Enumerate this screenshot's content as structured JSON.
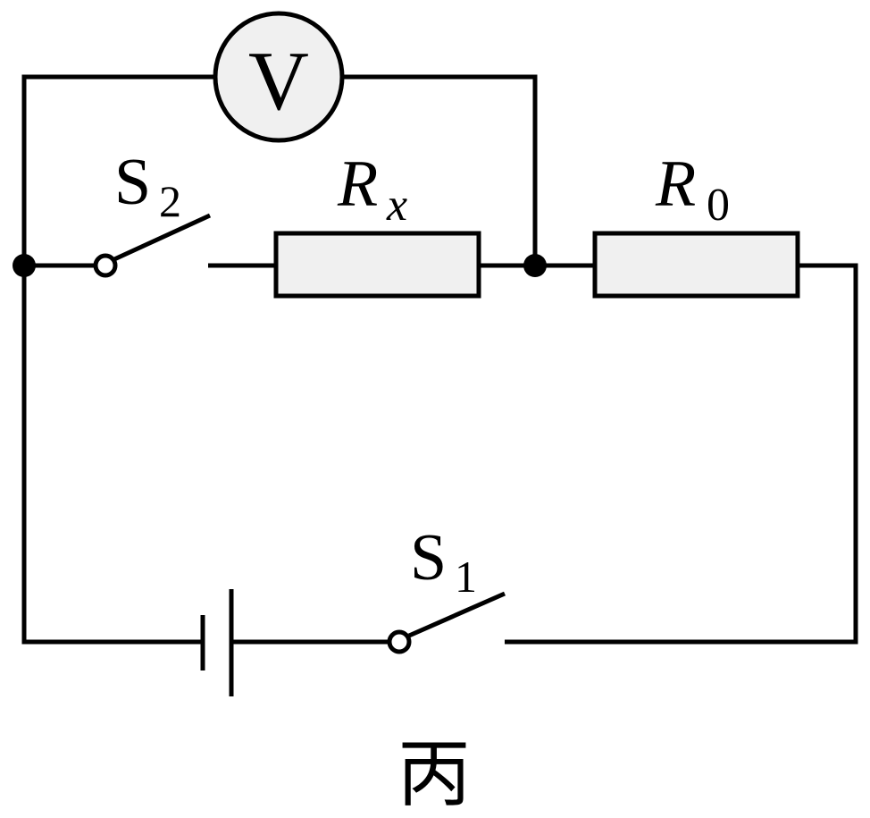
{
  "labels": {
    "voltmeter": "V",
    "switch_top_main": "S",
    "switch_top_sub": "2",
    "resistor_x_main": "R",
    "resistor_x_sub": "x",
    "resistor_0_main": "R",
    "resistor_0_sub": "0",
    "switch_bottom_main": "S",
    "switch_bottom_sub": "1",
    "caption": "丙"
  },
  "colors": {
    "line": "#000000",
    "component_fill": "#f0f0f0",
    "background": "#ffffff"
  }
}
